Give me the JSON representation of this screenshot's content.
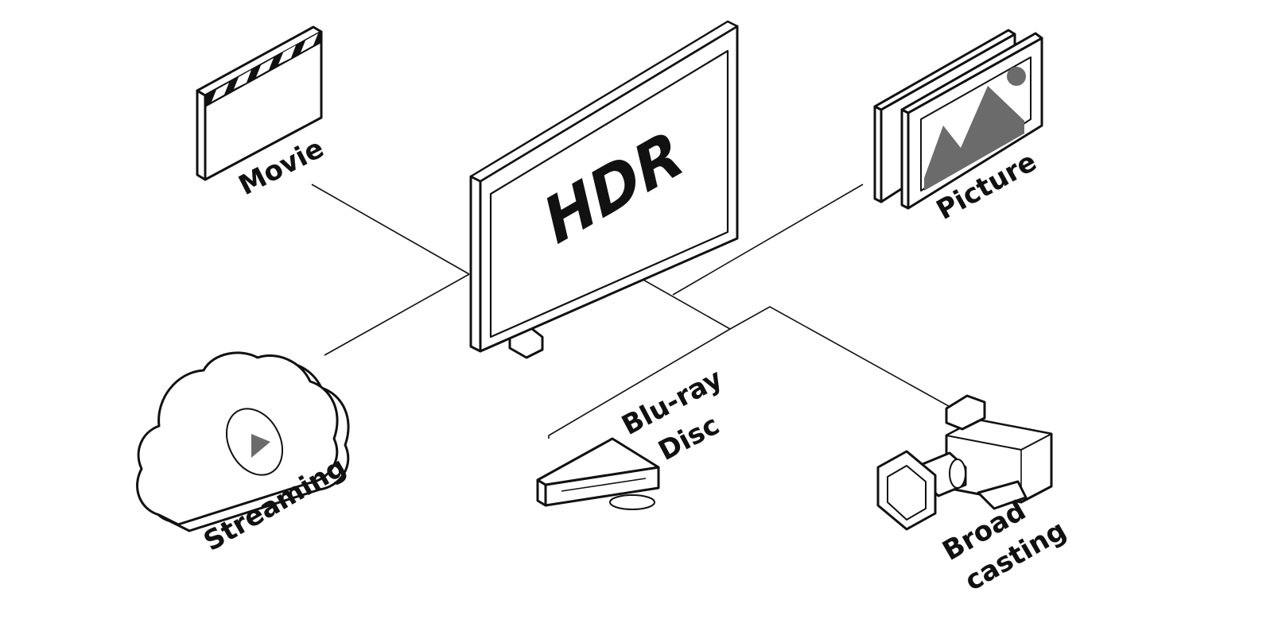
{
  "hub": {
    "title": "HDR",
    "icon": "tv-icon"
  },
  "sources": [
    {
      "id": "movie",
      "label": "Movie",
      "icon": "clapperboard-icon"
    },
    {
      "id": "picture",
      "label": "Picture",
      "icon": "picture-frame-icon"
    },
    {
      "id": "streaming",
      "label": "Streaming",
      "icon": "cloud-play-icon"
    },
    {
      "id": "bluray",
      "label_line1": "Blu-ray",
      "label_line2": "Disc",
      "icon": "bluray-player-icon"
    },
    {
      "id": "broadcasting",
      "label_line1": "Broad",
      "label_line2": "casting",
      "icon": "tv-camera-icon"
    }
  ],
  "colors": {
    "line": "#111111",
    "background": "#ffffff",
    "accent_gray": "#6b6b6b"
  }
}
